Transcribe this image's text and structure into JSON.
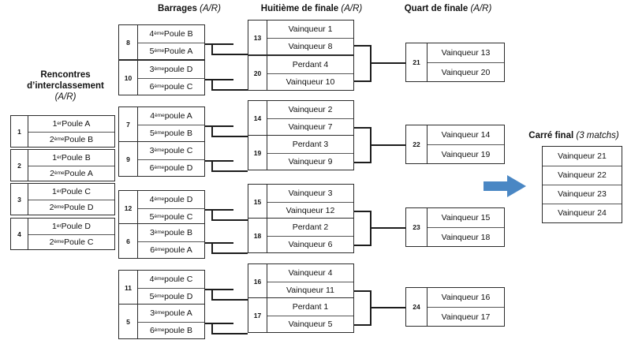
{
  "diagram": {
    "title_interclassement": "Rencontres\nd’interclassement",
    "columns": {
      "interclassement": {
        "line1": "Rencontres",
        "line2": "d’interclassement",
        "note": "(A/R)"
      },
      "barrages": {
        "label": "Barrages",
        "note": "(A/R)"
      },
      "huitieme": {
        "label": "Huitième de finale",
        "note": "(A/R)"
      },
      "quart": {
        "label": "Quart de finale",
        "note": "(A/R)"
      },
      "carre": {
        "label": "Carré final",
        "note": "(3 matchs)"
      }
    },
    "accent_color": "#4a87c4",
    "line_color": "#1c1c1c",
    "border_color": "#2b2b2b"
  },
  "interclassement_matches": [
    {
      "num": "1",
      "rows": [
        {
          "ord": "1",
          "sup": "er",
          "rest": " Poule A"
        },
        {
          "ord": "2",
          "sup": "ème",
          "rest": " Poule B"
        }
      ]
    },
    {
      "num": "2",
      "rows": [
        {
          "ord": "1",
          "sup": "er",
          "rest": " Poule B"
        },
        {
          "ord": "2",
          "sup": "ème",
          "rest": " Poule A"
        }
      ]
    },
    {
      "num": "3",
      "rows": [
        {
          "ord": "1",
          "sup": "er",
          "rest": " Poule C"
        },
        {
          "ord": "2",
          "sup": "ème",
          "rest": " Poule D"
        }
      ]
    },
    {
      "num": "4",
      "rows": [
        {
          "ord": "1",
          "sup": "er",
          "rest": " Poule D"
        },
        {
          "ord": "2",
          "sup": "ème",
          "rest": " Poule C"
        }
      ]
    }
  ],
  "barrages_matches": [
    {
      "num": "8",
      "rows": [
        {
          "ord": "4",
          "sup": "ème",
          "rest": " Poule B"
        },
        {
          "ord": "5",
          "sup": "ème",
          "rest": " Poule A"
        }
      ]
    },
    {
      "num": "10",
      "rows": [
        {
          "ord": "3",
          "sup": "ème",
          "rest": " poule D"
        },
        {
          "ord": "6",
          "sup": "ème",
          "rest": " poule C"
        }
      ]
    },
    {
      "num": "7",
      "rows": [
        {
          "ord": "4",
          "sup": "ème",
          "rest": " poule A"
        },
        {
          "ord": "5",
          "sup": "ème",
          "rest": " poule B"
        }
      ]
    },
    {
      "num": "9",
      "rows": [
        {
          "ord": "3",
          "sup": "ème",
          "rest": " poule C"
        },
        {
          "ord": "6",
          "sup": "ème",
          "rest": " poule D"
        }
      ]
    },
    {
      "num": "12",
      "rows": [
        {
          "ord": "4",
          "sup": "ème",
          "rest": " poule D"
        },
        {
          "ord": "5",
          "sup": "ème",
          "rest": " poule C"
        }
      ]
    },
    {
      "num": "6",
      "rows": [
        {
          "ord": "3",
          "sup": "ème",
          "rest": " poule B"
        },
        {
          "ord": "6",
          "sup": "ème",
          "rest": " poule A"
        }
      ]
    },
    {
      "num": "11",
      "rows": [
        {
          "ord": "4",
          "sup": "ème",
          "rest": " poule C"
        },
        {
          "ord": "5",
          "sup": "ème",
          "rest": " poule D"
        }
      ]
    },
    {
      "num": "5",
      "rows": [
        {
          "ord": "3",
          "sup": "ème",
          "rest": " poule A"
        },
        {
          "ord": "6",
          "sup": "ème",
          "rest": " poule B"
        }
      ]
    }
  ],
  "huitieme_matches": [
    {
      "num": "13",
      "rows": [
        "Vainqueur 1",
        "Vainqueur 8"
      ]
    },
    {
      "num": "20",
      "rows": [
        "Perdant 4",
        "Vainqueur 10"
      ]
    },
    {
      "num": "14",
      "rows": [
        "Vainqueur 2",
        "Vainqueur 7"
      ]
    },
    {
      "num": "19",
      "rows": [
        "Perdant 3",
        "Vainqueur 9"
      ]
    },
    {
      "num": "15",
      "rows": [
        "Vainqueur 3",
        "Vainqueur 12"
      ]
    },
    {
      "num": "18",
      "rows": [
        "Perdant 2",
        "Vainqueur 6"
      ]
    },
    {
      "num": "16",
      "rows": [
        "Vainqueur 4",
        "Vainqueur 11"
      ]
    },
    {
      "num": "17",
      "rows": [
        "Perdant 1",
        "Vainqueur 5"
      ]
    }
  ],
  "quart_matches": [
    {
      "num": "21",
      "rows": [
        "Vainqueur 13",
        "Vainqueur 20"
      ]
    },
    {
      "num": "22",
      "rows": [
        "Vainqueur 14",
        "Vainqueur 19"
      ]
    },
    {
      "num": "23",
      "rows": [
        "Vainqueur 15",
        "Vainqueur 18"
      ]
    },
    {
      "num": "24",
      "rows": [
        "Vainqueur 16",
        "Vainqueur 17"
      ]
    }
  ],
  "carre_final": {
    "rows": [
      "Vainqueur 21",
      "Vainqueur 22",
      "Vainqueur 23",
      "Vainqueur 24"
    ]
  }
}
